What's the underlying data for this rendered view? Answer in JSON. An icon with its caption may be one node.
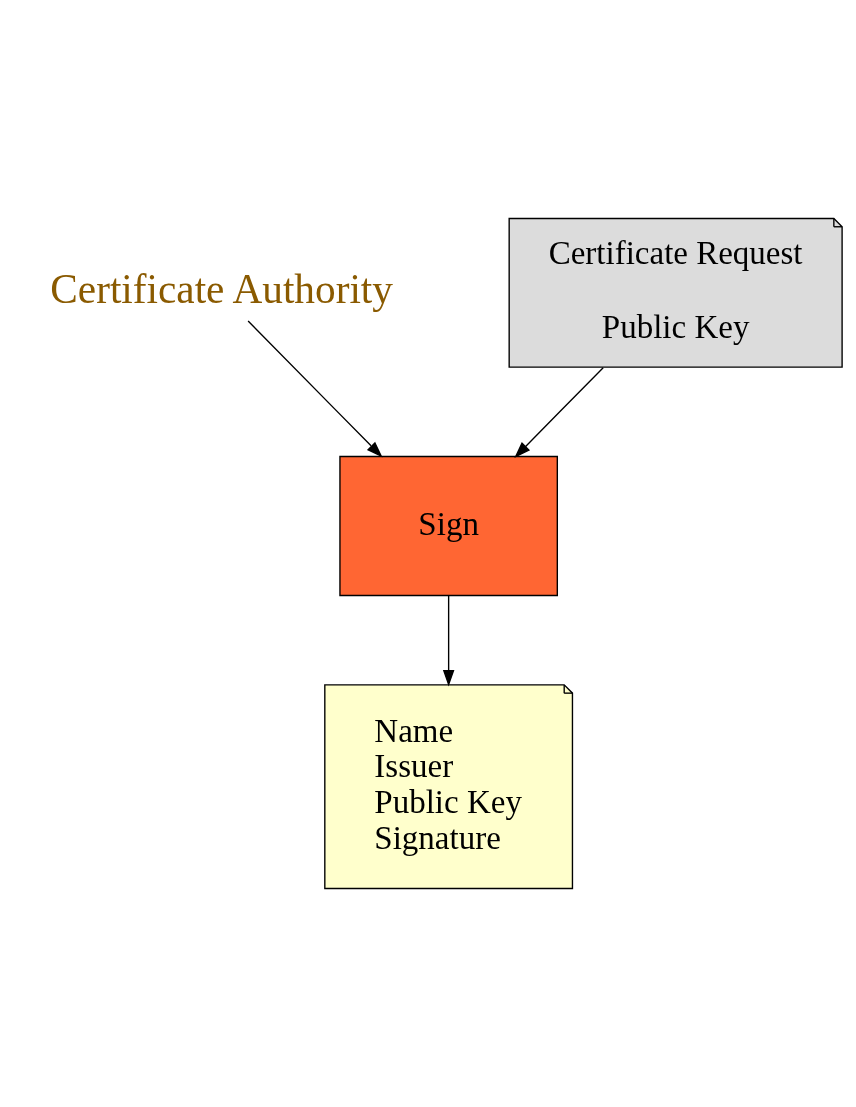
{
  "diagram": {
    "nodes": [
      {
        "text": [
          "Certificate Authority"
        ]
      },
      {
        "text": [
          "Certificate Request",
          "Public Key"
        ]
      },
      {
        "text": [
          "Sign"
        ]
      },
      {
        "text": [
          "Name",
          "Issuer",
          "Public Key",
          "Signature"
        ]
      }
    ],
    "edges": [
      {
        "from": 0,
        "to": 2,
        "arrow": "to"
      },
      {
        "from": 1,
        "to": 2,
        "arrow": "to"
      },
      {
        "from": 2,
        "to": 3,
        "arrow": "to"
      }
    ]
  }
}
